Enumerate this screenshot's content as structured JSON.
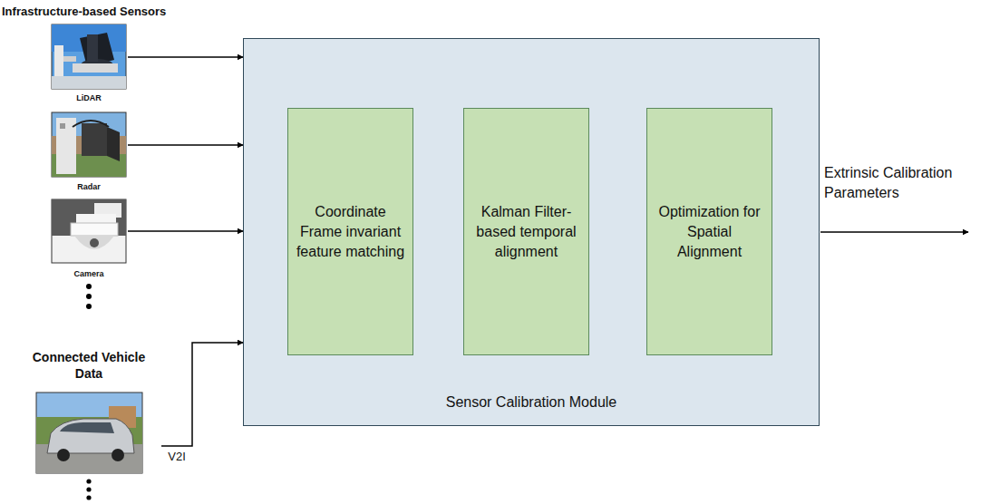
{
  "diagram": {
    "nodes": [
      {
        "text": [
          "LiDAR"
        ]
      },
      {
        "text": [
          "Radar"
        ]
      },
      {
        "text": [
          "Camera"
        ]
      },
      {
        "text": [
          "Connected Vehicle Data"
        ]
      },
      {
        "text": [
          "Sensor Calibration Module"
        ]
      },
      {
        "text": [
          "Coordinate Frame invariant feature matching"
        ],
        "in": 4
      },
      {
        "text": [
          "Kalman Filter-based temporal alignment"
        ],
        "in": 4
      },
      {
        "text": [
          "Optimization for Spatial Alignment"
        ],
        "in": 4
      }
    ],
    "edges": [
      {
        "from": 0,
        "to": 4,
        "arrow": "to"
      },
      {
        "from": 1,
        "to": 4,
        "arrow": "to"
      },
      {
        "from": 2,
        "to": 4,
        "arrow": "to"
      },
      {
        "from": 3,
        "to": 4,
        "label": "V2I",
        "arrow": "to"
      },
      {
        "from": 5,
        "to": 6,
        "arrow": "to"
      },
      {
        "from": 6,
        "to": 7,
        "arrow": "to"
      }
    ],
    "labels": [
      "Infrastructure-based Sensors",
      "Extrinsic Calibration Parameters"
    ]
  }
}
